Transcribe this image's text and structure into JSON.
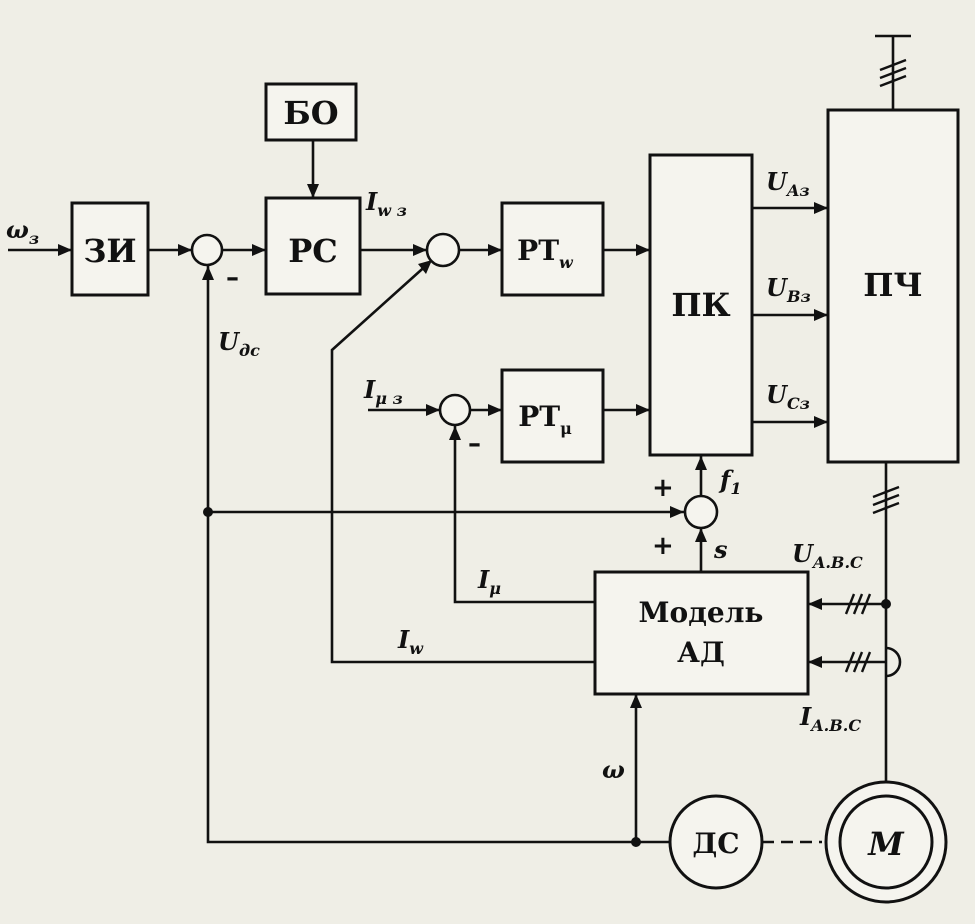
{
  "blocks": {
    "zi": "ЗИ",
    "bo": "БО",
    "rs": "РС",
    "rt_w": {
      "base": "РТ",
      "sub": "w"
    },
    "rt_mu": {
      "base": "РТ",
      "sub": "μ"
    },
    "pk": "ПК",
    "pch": "ПЧ",
    "model_line1": "Модель",
    "model_line2": "АД",
    "ds": "ДС",
    "motor": "M"
  },
  "signals": {
    "omega_ref": {
      "base": "ω",
      "sub": "з"
    },
    "i_w_ref": {
      "base": "I",
      "sub": "w з"
    },
    "u_a_ref": {
      "base": "U",
      "sub": "Aз"
    },
    "u_b_ref": {
      "base": "U",
      "sub": "Bз"
    },
    "u_c_ref": {
      "base": "U",
      "sub": "Cз"
    },
    "u_ds": {
      "base": "U",
      "sub": "дс"
    },
    "i_mu_ref": {
      "base": "I",
      "sub": "μ з"
    },
    "f1": {
      "base": "f",
      "sub": "1"
    },
    "s": "s",
    "i_mu": {
      "base": "I",
      "sub": "μ"
    },
    "i_w": {
      "base": "I",
      "sub": "w"
    },
    "u_abc": {
      "base": "U",
      "sub": "A.B.C"
    },
    "i_abc": {
      "base": "I",
      "sub": "A.B.C"
    },
    "omega": "ω"
  },
  "signs": {
    "minus_speed": "–",
    "minus_current": "–",
    "plus_top": "+",
    "plus_bottom": "+"
  }
}
